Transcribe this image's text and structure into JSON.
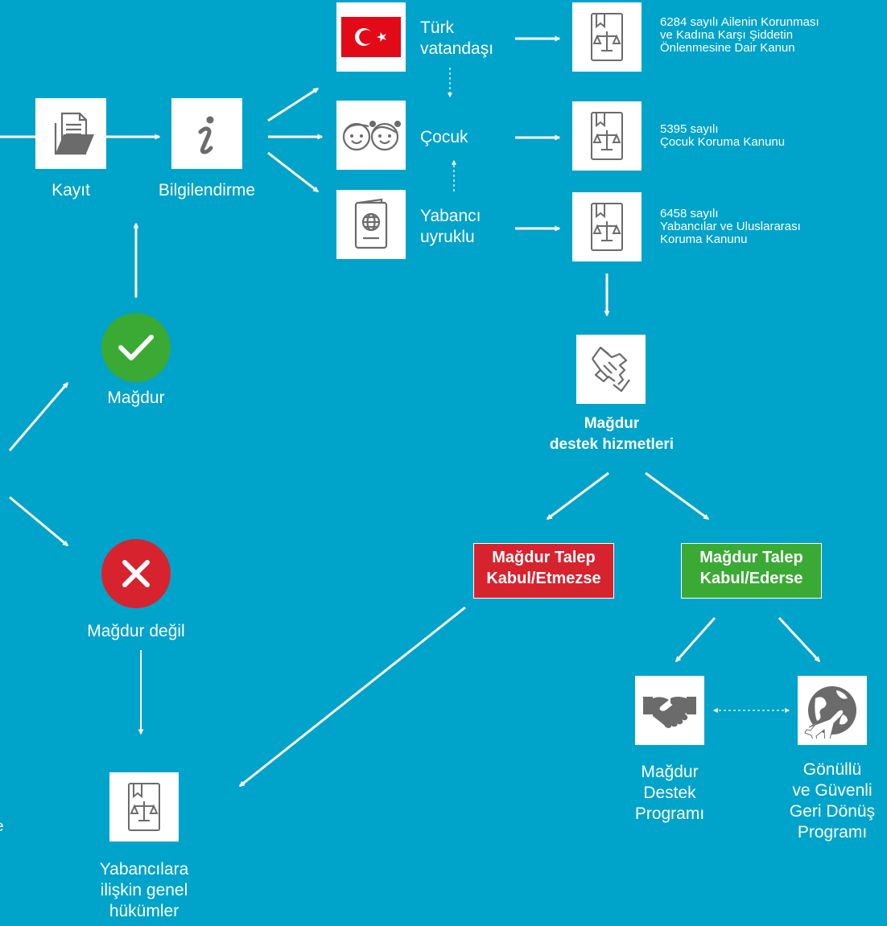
{
  "colors": {
    "background": "#00a3c9",
    "victim_green": "#3aaa35",
    "not_victim_red": "#d7232e",
    "reject_red": "#d7232e",
    "accept_green": "#3aaa35",
    "flag_red": "#e30a17"
  },
  "icons": {
    "registration": "folder-document-icon",
    "information": "info-icon",
    "turkish": "turkish-flag-icon",
    "child": "children-faces-icon",
    "foreign": "passport-icon",
    "law": "law-book-scale-icon",
    "support": "holding-hands-icon",
    "program": "handshake-icon",
    "return": "globe-plane-icon",
    "victim": "check-icon",
    "not_victim": "cross-icon"
  },
  "flow": {
    "registration": "Kayıt",
    "information": "Bilgilendirme",
    "victim": "Mağdur",
    "not_victim": "Mağdur değil",
    "general_provisions": [
      "Yabancılara",
      "ilişkin genel",
      "hükümler"
    ]
  },
  "groups": {
    "turkish": [
      "Türk",
      "vatandaşı"
    ],
    "child": "Çocuk",
    "foreign": [
      "Yabancı",
      "uyruklu"
    ]
  },
  "laws": {
    "turkish": [
      "6284 sayılı Ailenin Korunması",
      "ve Kadına Karşı Şiddetin",
      "Önlenmesine Dair Kanun"
    ],
    "child": [
      "5395 sayılı",
      "Çocuk Koruma Kanunu"
    ],
    "foreign": [
      "6458 sayılı",
      "Yabancılar ve Uluslararası",
      "Koruma Kanunu"
    ]
  },
  "support": {
    "title": [
      "Mağdur",
      "destek hizmetleri"
    ],
    "reject": [
      "Mağdur Talep",
      "Kabul/Etmezse"
    ],
    "accept": [
      "Mağdur Talep",
      "Kabul/Ederse"
    ],
    "program": [
      "Mağdur",
      "Destek",
      "Programı"
    ],
    "return": [
      "Gönüllü",
      "ve Güvenli",
      "Geri Dönüş",
      "Programı"
    ]
  },
  "left_edge_fragment": "e"
}
